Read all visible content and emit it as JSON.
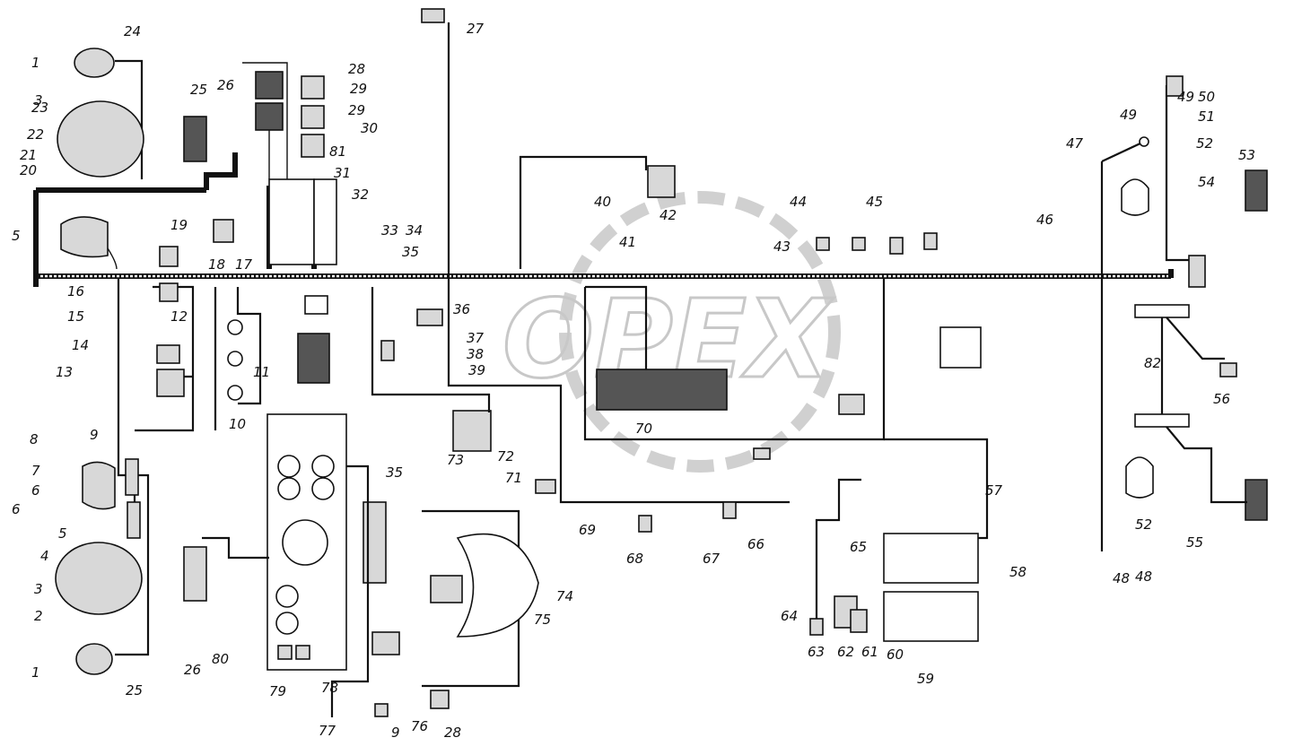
{
  "watermark": "OPEX",
  "callouts": [
    "1",
    "1",
    "2",
    "3",
    "3",
    "4",
    "5",
    "5",
    "6",
    "6",
    "7",
    "8",
    "9",
    "9",
    "10",
    "11",
    "12",
    "13",
    "14",
    "15",
    "16",
    "17",
    "18",
    "19",
    "20",
    "21",
    "22",
    "23",
    "24",
    "25",
    "25",
    "26",
    "26",
    "27",
    "28",
    "28",
    "29",
    "29",
    "30",
    "31",
    "32",
    "33",
    "34",
    "35",
    "35",
    "36",
    "37",
    "38",
    "39",
    "40",
    "41",
    "42",
    "43",
    "44",
    "45",
    "46",
    "47",
    "48",
    "48",
    "49",
    "49",
    "50",
    "51",
    "52",
    "52",
    "53",
    "54",
    "55",
    "56",
    "57",
    "58",
    "59",
    "60",
    "61",
    "62",
    "63",
    "64",
    "65",
    "66",
    "67",
    "68",
    "69",
    "70",
    "71",
    "72",
    "73",
    "74",
    "75",
    "76",
    "77",
    "78",
    "79",
    "80",
    "81",
    "82"
  ]
}
